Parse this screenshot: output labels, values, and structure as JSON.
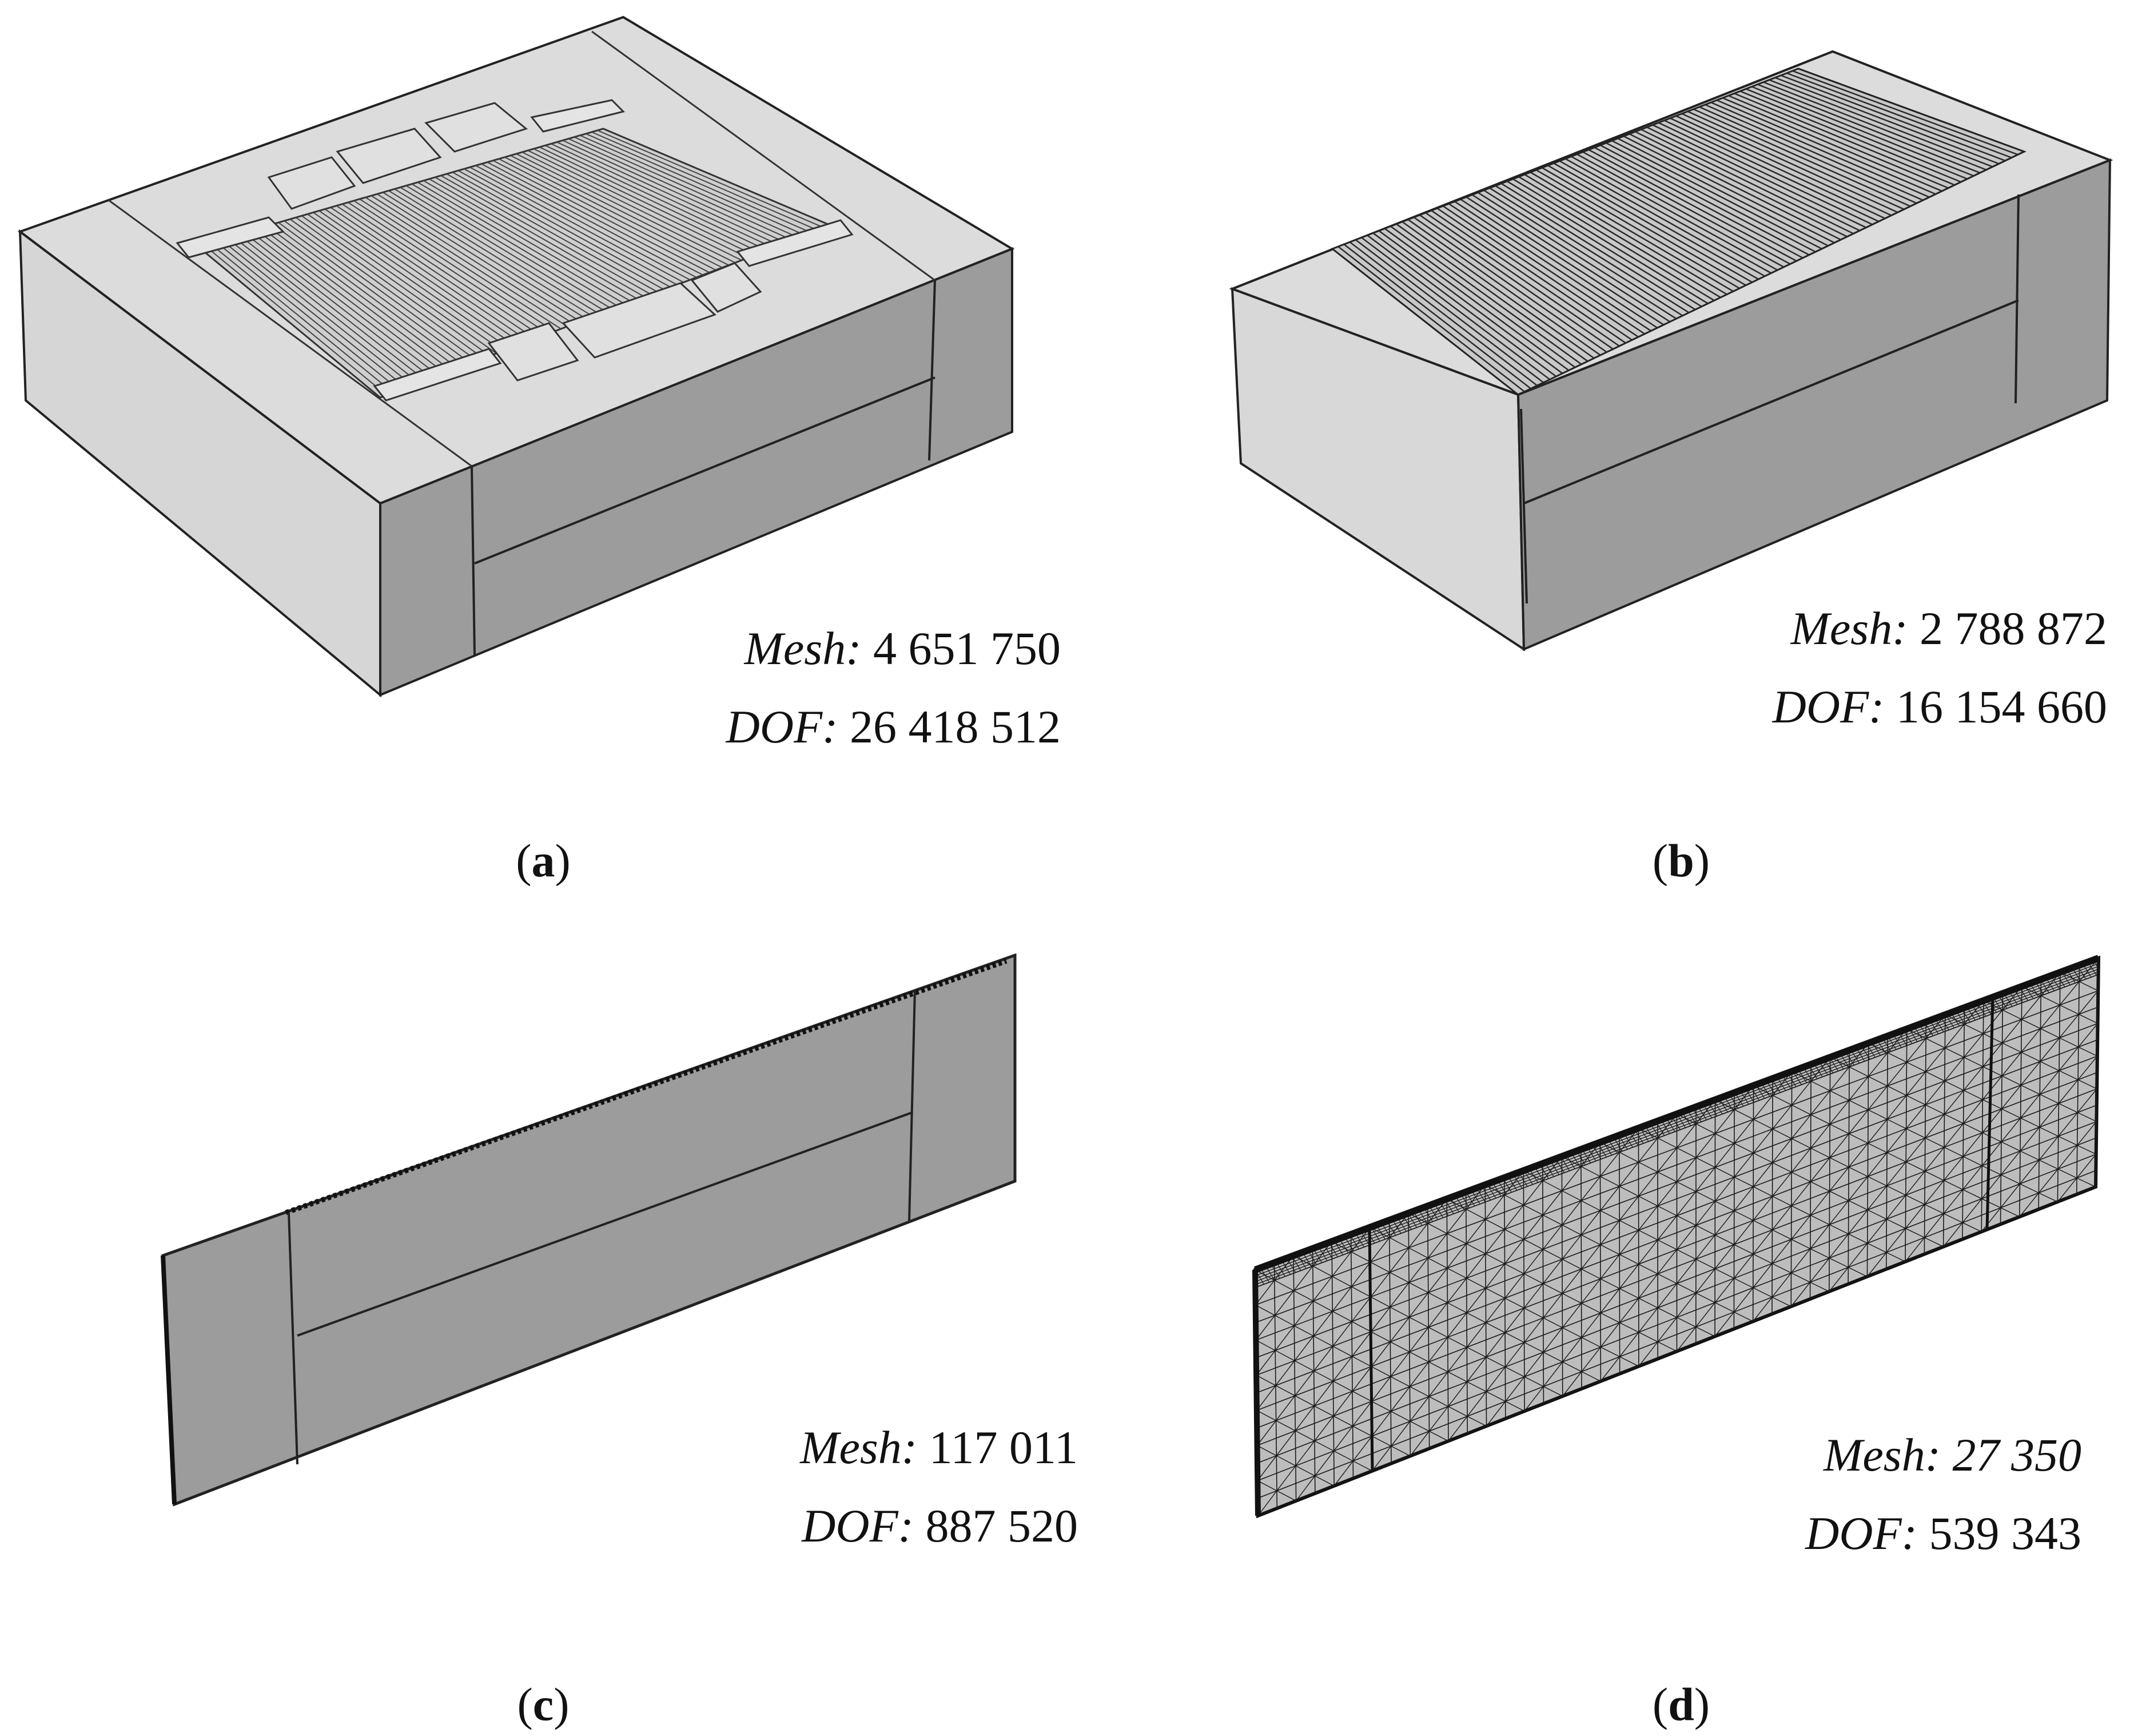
{
  "panels": [
    {
      "label": "a",
      "mesh_label": "Mesh:",
      "mesh_value": "4 651 750",
      "dof_label": "DOF:",
      "dof_value": "26 418 512"
    },
    {
      "label": "b",
      "mesh_label": "Mesh:",
      "mesh_value": "2 788 872",
      "dof_label": "DOF:",
      "dof_value": "16 154 660"
    },
    {
      "label": "c",
      "mesh_label": "Mesh:",
      "mesh_value": "117 011",
      "dof_label": "DOF:",
      "dof_value": "887 520"
    },
    {
      "label": "d",
      "mesh_label": "Mesh:",
      "mesh_value": "27 350",
      "dof_label": "DOF:",
      "dof_value": "539 343"
    }
  ],
  "caption_open": "(",
  "caption_close": ")",
  "colors": {
    "light_face": "#dcdcdc",
    "dark_face": "#9c9c9c",
    "edge": "#222222",
    "mesh_line": "#1a1a1a"
  }
}
